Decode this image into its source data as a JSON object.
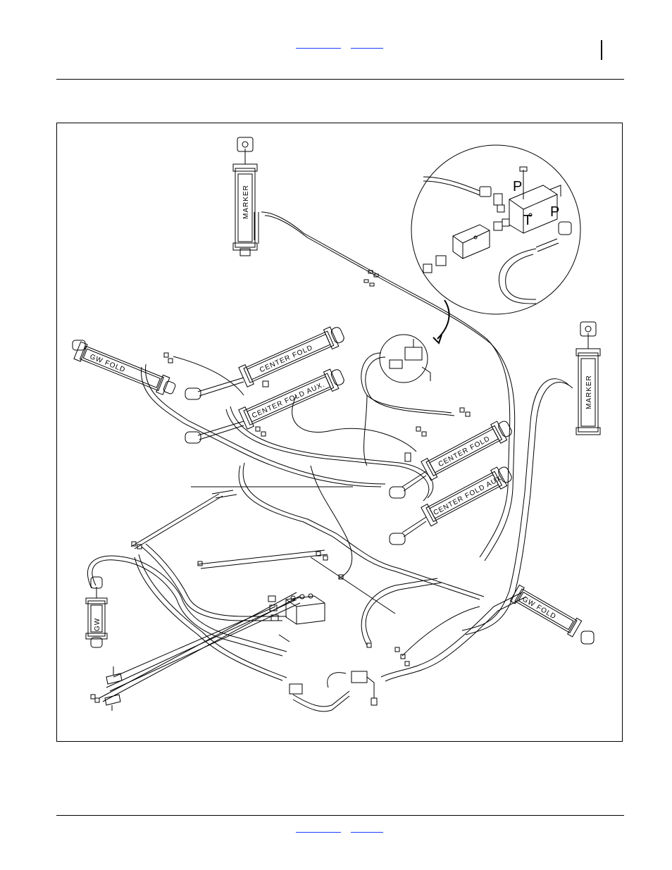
{
  "header": {
    "link_left": "",
    "link_right": ""
  },
  "footer": {
    "link_left": "",
    "link_right": ""
  },
  "figure": {
    "labels": {
      "marker_top": "MARKER",
      "marker_right": "MARKER",
      "gw_fold_left": "GW FOLD",
      "gw_fold_right": "GW FOLD",
      "center_fold_left": "CENTER FOLD",
      "center_fold_aux_left": "CENTER FOLD AUX.",
      "center_fold_right": "CENTER FOLD",
      "center_fold_aux_right": "CENTER FOLD AUX.",
      "small_cyl": "GW",
      "port_p_top": "P",
      "port_t": "T",
      "port_p_right": "P"
    }
  }
}
